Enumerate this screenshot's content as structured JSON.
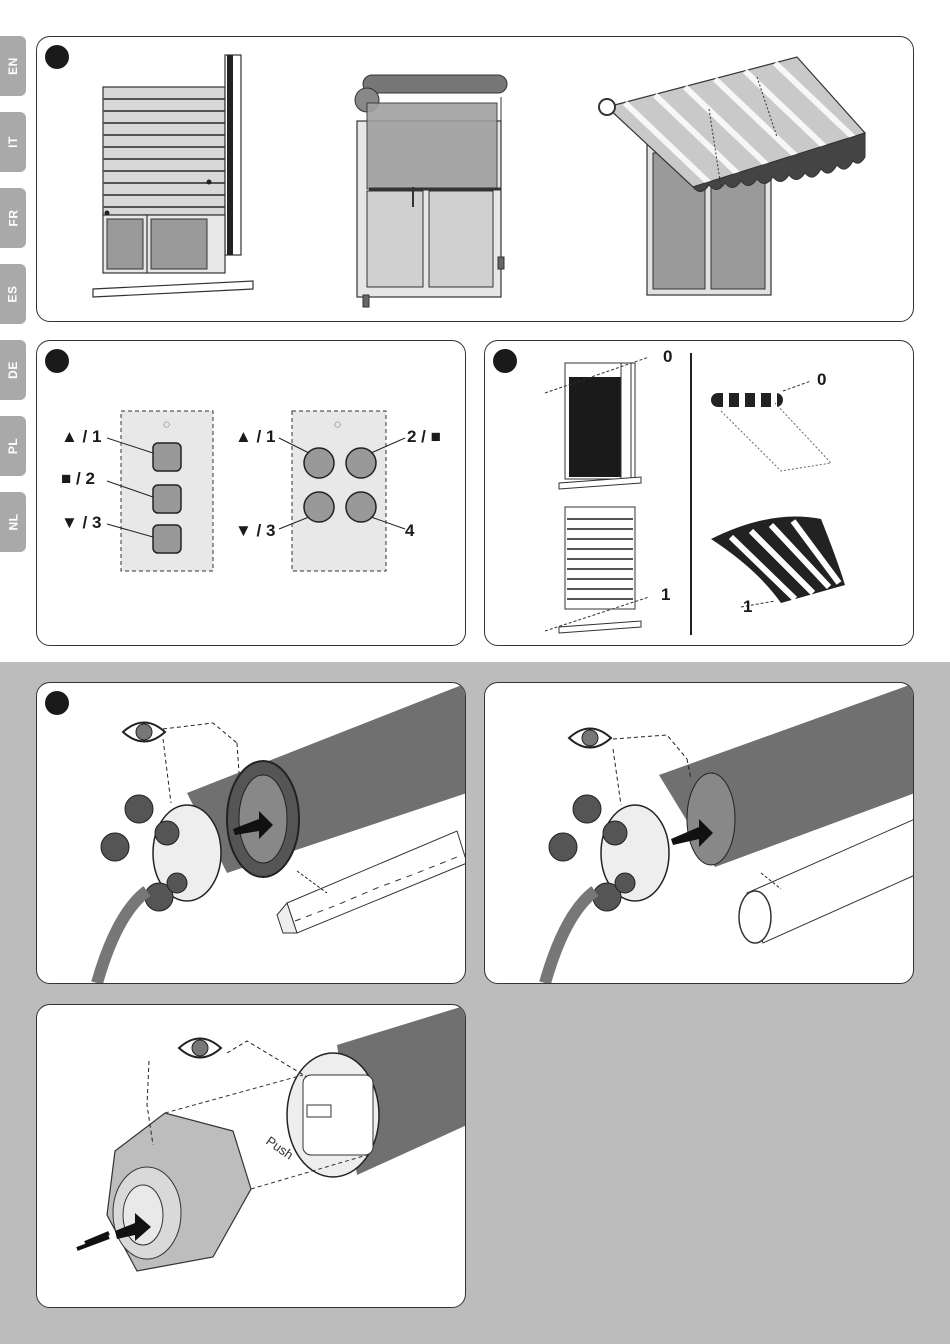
{
  "language_tabs": [
    "EN",
    "IT",
    "FR",
    "ES",
    "DE",
    "PL",
    "NL"
  ],
  "remote_controls": {
    "three_button": {
      "labels": [
        "▲ / 1",
        "■ / 2",
        "▼ / 3"
      ]
    },
    "four_button": {
      "labels": [
        "▲ / 1",
        "2 / ■",
        "▼ / 3",
        "4"
      ]
    },
    "indicator_glyph": "◌"
  },
  "positions": {
    "shutter_top": "0",
    "shutter_bottom": "1",
    "awning_top": "0",
    "awning_bottom": "1"
  },
  "adapter_text": "Push",
  "icons": [
    "eye-icon",
    "insert-arrow-icon"
  ],
  "colors": {
    "badge": "#1a1a1a",
    "band": "#bcbcbc",
    "tab": "#a9a9a9",
    "motor": "#707070"
  }
}
